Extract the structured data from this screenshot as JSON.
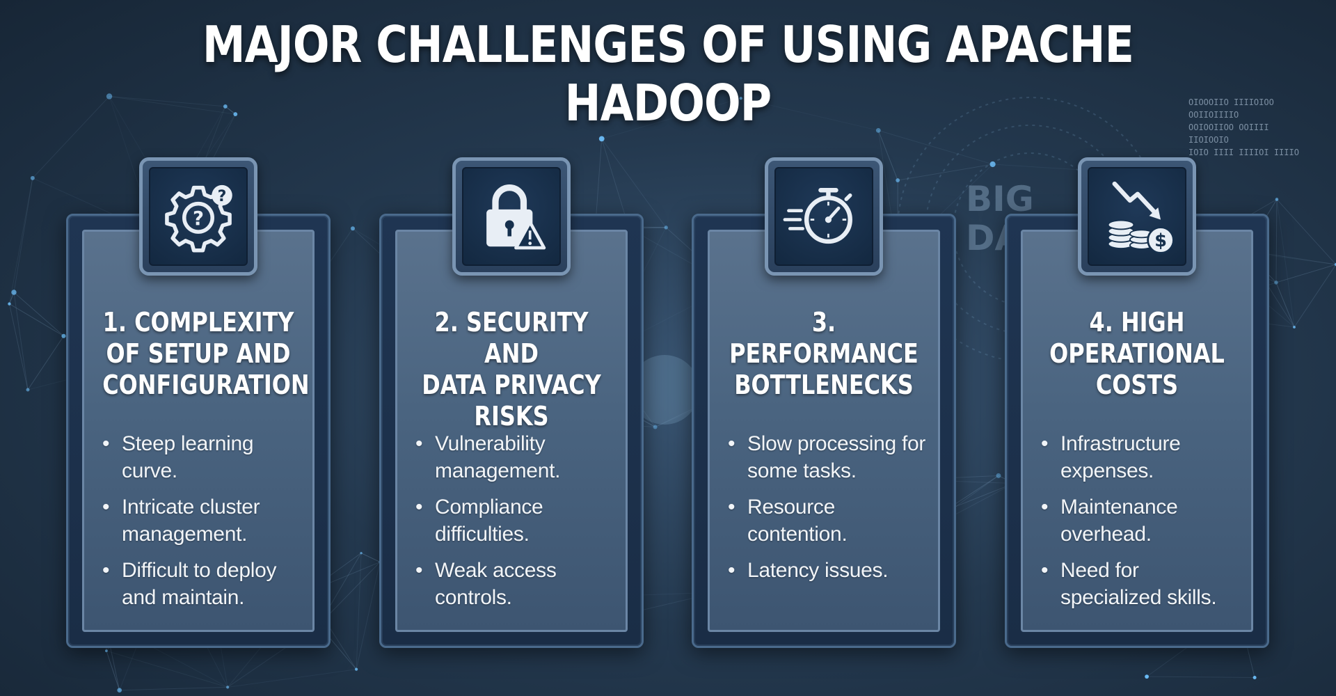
{
  "title": "MAJOR CHALLENGES OF USING APACHE HADOOP",
  "background": {
    "big_data_text_1": "BIG",
    "big_data_text_2": "DA",
    "binary_text": "OIOOOIIO IIIIOIOO\nOOIIOIIIIO\nOOIOOIIOO OOIIII\nIIOIOOIO\nIOIO IIII IIIIOI IIIIO"
  },
  "colors": {
    "accent": "#6fc3ff",
    "card_border": "#6b86a5",
    "text": "#ffffff"
  },
  "cards": [
    {
      "icon": "gear-question-icon",
      "heading": "1. COMPLEXITY\nOF SETUP AND\nCONFIGURATION",
      "bullets": [
        "Steep learning curve.",
        "Intricate cluster management.",
        "Difficult to deploy and maintain."
      ]
    },
    {
      "icon": "padlock-warning-icon",
      "heading": "2. SECURITY AND\nDATA PRIVACY\nRISKS",
      "bullets": [
        "Vulnerability management.",
        "Compliance difficulties.",
        "Weak access controls."
      ]
    },
    {
      "icon": "stopwatch-icon",
      "heading": "3. PERFORMANCE\nBOTTLENECKS",
      "bullets": [
        "Slow processing for some tasks.",
        "Resource contention.",
        "Latency issues."
      ]
    },
    {
      "icon": "coins-down-arrow-icon",
      "heading": "4. HIGH\nOPERATIONAL\nCOSTS",
      "bullets": [
        "Infrastructure expenses.",
        "Maintenance overhead.",
        "Need for specialized skills."
      ]
    }
  ]
}
